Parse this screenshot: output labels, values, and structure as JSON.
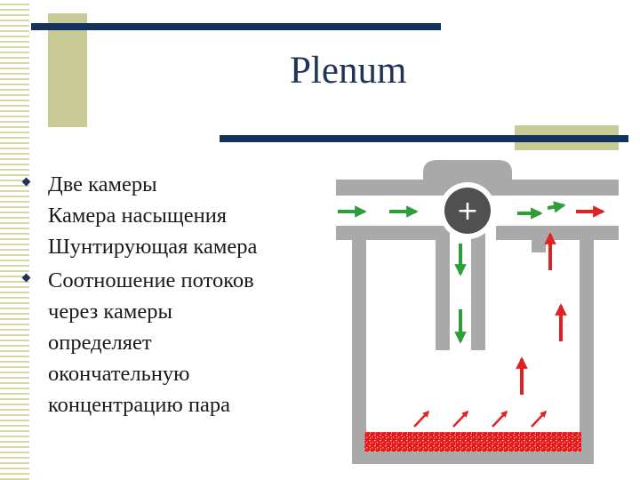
{
  "slide": {
    "title": "Plenum",
    "bullets": [
      {
        "lines": [
          "Две камеры",
          "Камера насыщения",
          "Шунтирующая камера"
        ]
      },
      {
        "lines": [
          "Соотношение потоков",
          "через камеры",
          "определяет",
          "окончательную",
          "концентрацию пара"
        ]
      }
    ]
  },
  "diagram": {
    "rotor_symbol": "+",
    "colors": {
      "walls": "#a9a9a9",
      "rotor": "#505050",
      "fresh_gas": "#2e9e3a",
      "vapor": "#e02222",
      "liquid": "#e81818",
      "accent_olive": "#c9cb97",
      "accent_navy": "#14325e"
    }
  }
}
